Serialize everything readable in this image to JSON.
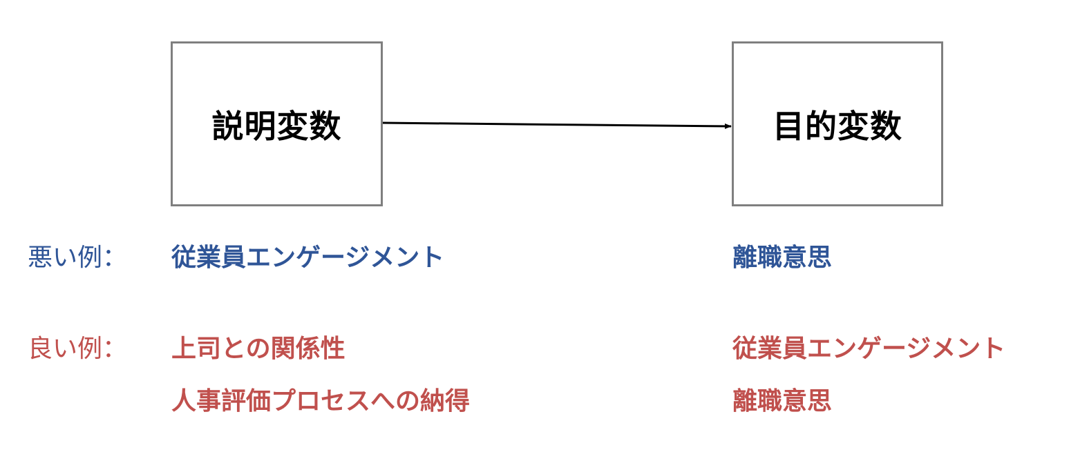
{
  "diagram": {
    "explanatory_box": "説明変数",
    "target_box": "目的変数"
  },
  "colors": {
    "bad": "#2f5597",
    "good": "#c0504d",
    "box_border": "#7f7f7f",
    "arrow": "#000000"
  },
  "bad_example": {
    "label": "悪い例：",
    "explanatory": "従業員エンゲージメント",
    "target": "離職意思"
  },
  "good_example": {
    "label": "良い例：",
    "rows": [
      {
        "explanatory": "上司との関係性",
        "target": "従業員エンゲージメント"
      },
      {
        "explanatory": "人事評価プロセスへの納得",
        "target": "離職意思"
      }
    ]
  }
}
